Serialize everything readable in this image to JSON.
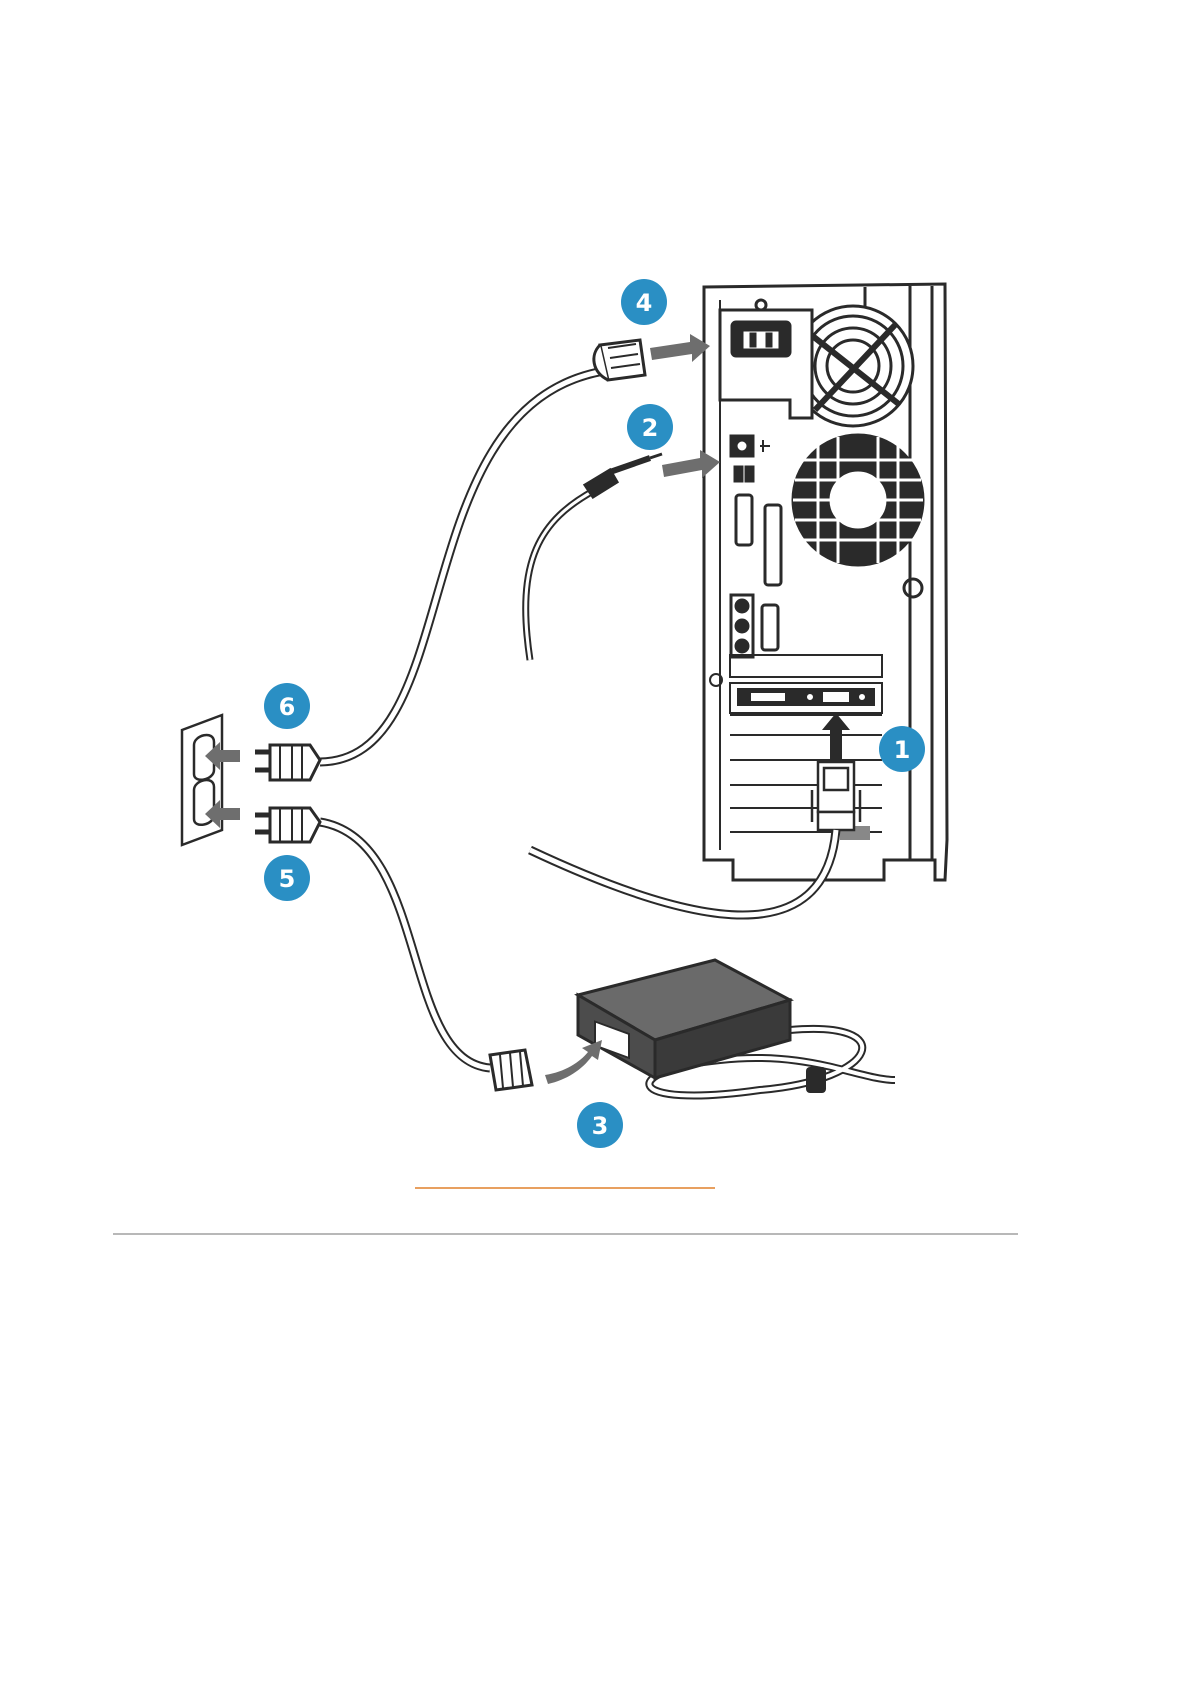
{
  "diagram": {
    "callouts": [
      "1",
      "2",
      "3",
      "4",
      "5",
      "6"
    ],
    "colors": {
      "badge": "#2a8fc4",
      "line": "#2a2a2a",
      "arrow": "#6e6e6e",
      "adapter": "#555555",
      "link_underline": "#e8a060",
      "rule": "#b8b8b8"
    }
  }
}
